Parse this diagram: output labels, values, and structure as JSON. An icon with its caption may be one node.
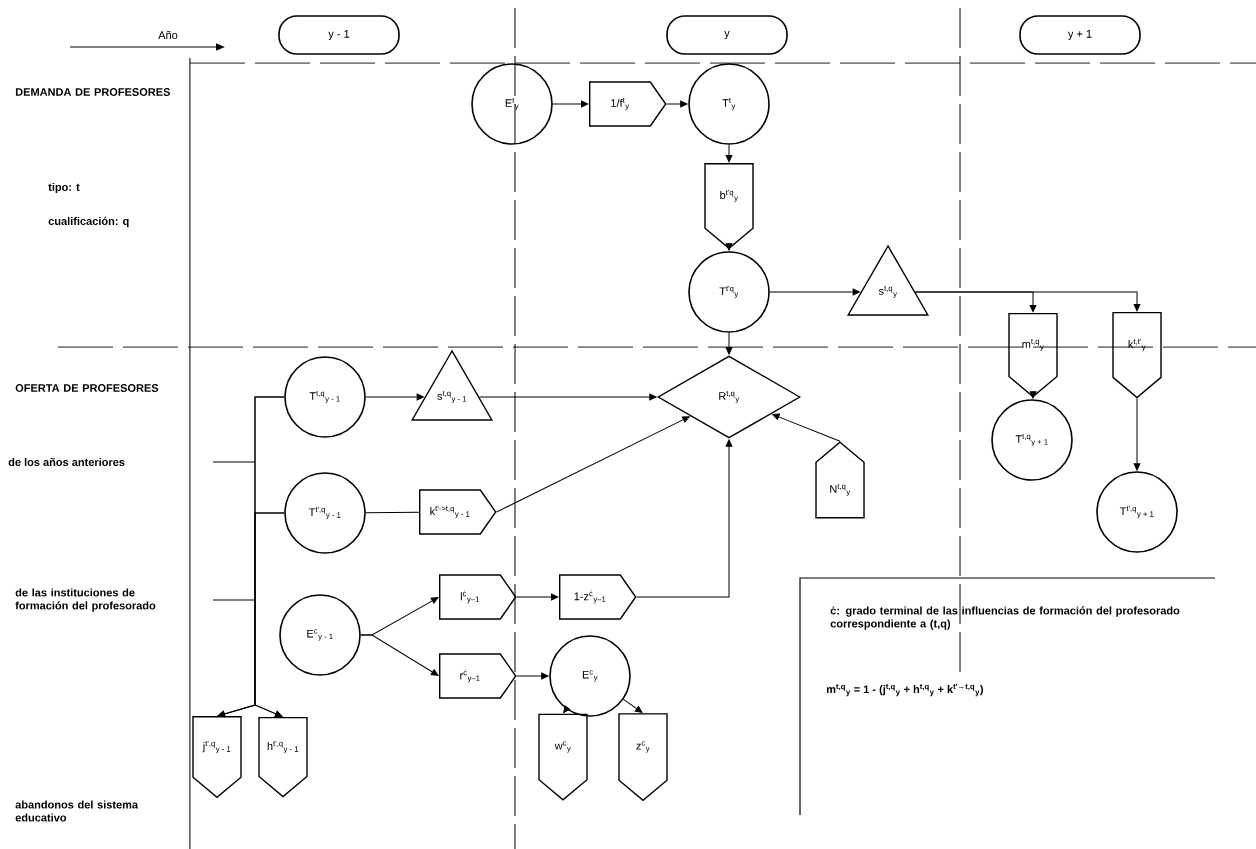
{
  "diagram": {
    "nodes": [
      {
        "text": [
          "y - 1"
        ]
      },
      {
        "text": [
          "y"
        ]
      },
      {
        "text": [
          "y + 1"
        ]
      },
      {
        "text": [
          "E$^{t}$$_{y}$"
        ]
      },
      {
        "text": [
          "1/f$^{t}$$_{y}$"
        ]
      },
      {
        "text": [
          "T$^{t}$$_{y}$"
        ]
      },
      {
        "text": [
          "b$^{t'q}$$_{y}$"
        ]
      },
      {
        "text": [
          "T$^{t'q}$$_{y}$"
        ]
      },
      {
        "text": [
          "s$^{t,q}$$_{y}$"
        ]
      },
      {
        "text": [
          "m$^{t,q}$$_{y}$"
        ]
      },
      {
        "text": [
          "k$^{t,t'}$$_{y}$"
        ]
      },
      {
        "text": [
          "T$^{t,q}$$_{y + 1}$"
        ]
      },
      {
        "text": [
          "T$^{t',q}$$_{y + 1}$"
        ]
      },
      {
        "text": [
          "R$^{t,q}$$_{y}$"
        ]
      },
      {
        "text": [
          "N$^{t,q}$$_{y}$"
        ]
      },
      {
        "text": [
          "T$^{t,q}$$_{y - 1}$"
        ]
      },
      {
        "text": [
          "s$^{t,q}$$_{y - 1}$"
        ]
      },
      {
        "text": [
          "T$^{t',q}$$_{y - 1}$"
        ]
      },
      {
        "text": [
          "k$^{t'->t,q}$$_{y - 1}$"
        ]
      },
      {
        "text": [
          "l$^{ċ}$$_{y–1}$"
        ]
      },
      {
        "text": [
          "1-z$^{ċ}$$_{y–1}$"
        ]
      },
      {
        "text": [
          "E$^{c}$$_{y - 1}$"
        ]
      },
      {
        "text": [
          "r$^{ċ}$$_{y–1}$"
        ]
      },
      {
        "text": [
          "E$^{c}$$_{y}$"
        ]
      },
      {
        "text": [
          "j$^{t',q}$$_{y - 1}$"
        ]
      },
      {
        "text": [
          "h$^{t',q}$$_{y - 1}$"
        ]
      },
      {
        "text": [
          "w$^{c}$$_{y}$"
        ]
      },
      {
        "text": [
          "z$^{c}$$_{y}$"
        ]
      }
    ],
    "edges": [
      {
        "from": 3,
        "to": 4,
        "arrow": "to"
      },
      {
        "from": 4,
        "to": 5,
        "arrow": "to"
      },
      {
        "from": 5,
        "to": 6,
        "arrow": "to"
      },
      {
        "from": 6,
        "to": 7,
        "arrow": "to"
      },
      {
        "from": 7,
        "to": 8,
        "arrow": "to"
      },
      {
        "from": 8,
        "to": 9,
        "arrow": "to"
      },
      {
        "from": 8,
        "to": 10,
        "arrow": "to"
      },
      {
        "from": 9,
        "to": 11,
        "arrow": "to"
      },
      {
        "from": 10,
        "to": 12,
        "arrow": "to"
      },
      {
        "from": 7,
        "to": 13,
        "arrow": "to"
      },
      {
        "from": 15,
        "to": 16,
        "arrow": "to"
      },
      {
        "from": 16,
        "to": 13,
        "arrow": "to"
      },
      {
        "from": 17,
        "to": 18,
        "arrow": "none"
      },
      {
        "from": 18,
        "to": 13,
        "arrow": "to"
      },
      {
        "from": 14,
        "to": 13,
        "arrow": "to"
      },
      {
        "from": 21,
        "to": 19,
        "arrow": "to"
      },
      {
        "from": 21,
        "to": 22,
        "arrow": "to"
      },
      {
        "from": 19,
        "to": 20,
        "arrow": "to"
      },
      {
        "from": 22,
        "to": 23,
        "arrow": "to"
      },
      {
        "from": 20,
        "to": 13,
        "arrow": "to"
      },
      {
        "from": 15,
        "to": 24,
        "arrow": "to"
      },
      {
        "from": 15,
        "to": 25,
        "arrow": "to"
      },
      {
        "from": 17,
        "to": 24,
        "arrow": "to"
      },
      {
        "from": 17,
        "to": 25,
        "arrow": "to"
      },
      {
        "from": 23,
        "to": 26,
        "arrow": "to"
      },
      {
        "from": 23,
        "to": 27,
        "arrow": "to"
      }
    ],
    "labels": [
      "Año",
      "DEMANDA DE PROFESORES",
      "tipo: t",
      "cualificación: q",
      "OFERTA DE PROFESORES",
      "de los años anteriores",
      "de las instituciones de formación del profesorado",
      "abandonos del sistema educativo",
      "ċ:  grado terminal de las influencias de formación del profesorado correspondiente a (t,q)",
      "m$^{t,q}$$_{y}$ = 1 - (j$^{t,q}$$_{y}$ + h$^{t,q}$$_{y}$ + k$^{t'→t,q}$$_{y}$)"
    ]
  }
}
